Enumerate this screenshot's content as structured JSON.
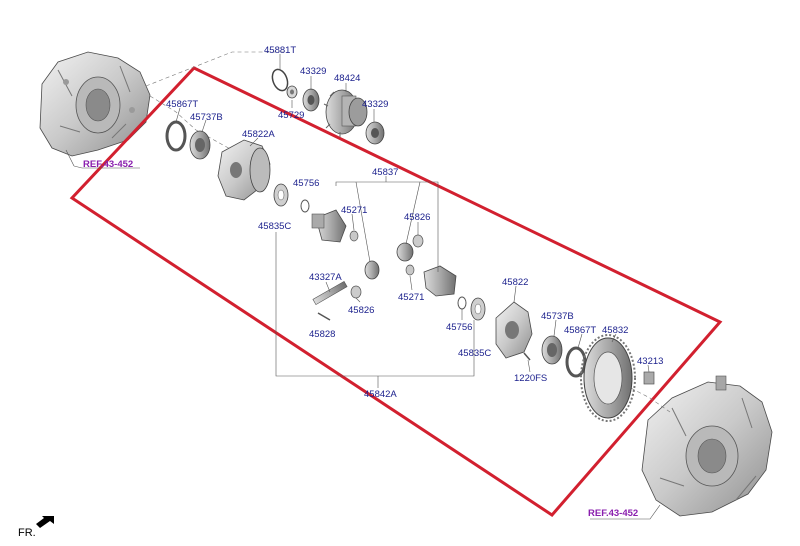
{
  "labels": {
    "p45881T": "45881T",
    "p43329a": "43329",
    "p48424": "48424",
    "p43329b": "43329",
    "p45729": "45729",
    "p45867Ta": "45867T",
    "p45737Ba": "45737B",
    "p45822A": "45822A",
    "p45837": "45837",
    "p45756a": "45756",
    "p45271a": "45271",
    "p45826a": "45826",
    "p45835Ca": "45835C",
    "p43327A": "43327A",
    "p45826b": "45826",
    "p45271b": "45271",
    "p45828": "45828",
    "p45756b": "45756",
    "p45822": "45822",
    "p45835Cb": "45835C",
    "p45737Bb": "45737B",
    "p45867Tb": "45867T",
    "p45832": "45832",
    "p43213": "43213",
    "p1220FS": "1220FS",
    "p45842A": "45842A"
  },
  "refs": {
    "top": "REF.43-452",
    "bottom": "REF.43-452"
  },
  "direction": {
    "label": "FR."
  },
  "colors": {
    "part_number": "#1a1f8c",
    "reference": "#8a1fae",
    "highlight_frame": "#d2202f"
  }
}
